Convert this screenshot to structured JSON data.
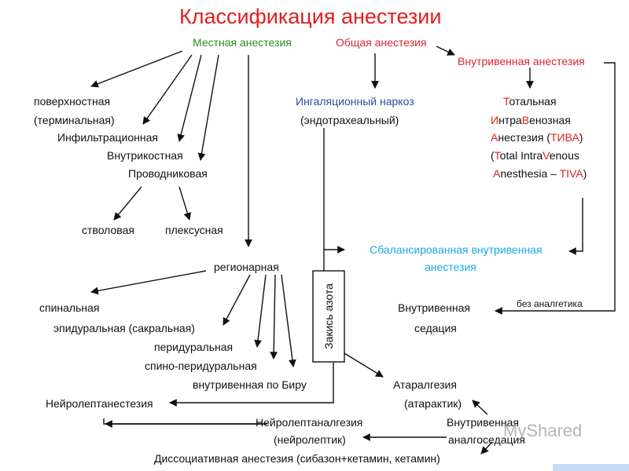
{
  "colors": {
    "title": "#e01f1f",
    "local": "#2c8c1f",
    "general": "#d9262e",
    "inhalation": "#2a4d9a",
    "balanced": "#1aa7e6",
    "accent_red": "#e01f1f",
    "text": "#111111"
  },
  "title": "Классификация анестезии",
  "local": {
    "label": "Местная анестезия",
    "items": [
      "поверхностная",
      "(терминальная)",
      "Инфильтрационная",
      "Внутрикостная",
      "Проводниковая"
    ],
    "conduction_sub": [
      "стволовая",
      "плексусная"
    ],
    "regional": "регионарная",
    "regional_items": [
      "спинальная",
      "эпидуральная (сакральная)",
      "перидуральная",
      "спино-перидуральная",
      "внутривенная по Биру"
    ]
  },
  "general": {
    "label": "Общая анестезия",
    "inhalation": [
      "Ингаляционный наркоз",
      "(эндотрахеальный)"
    ],
    "intravenous": "Внутривенная анестезия",
    "tiva": {
      "line1": "Тотальная",
      "line2": "ИнтраВенозная",
      "line3_prefix": "А",
      "line3_mid": "нестезия (",
      "line3_abbr": "ТИВА",
      "line3_end": ")",
      "line4_open": "(",
      "line4_t": "T",
      "line4_otal": "otal Intra",
      "line4_v": "V",
      "line4_rest": "enous",
      "line5_a": "A",
      "line5_rest": "nesthesia – ",
      "line5_abbr": "TIVA",
      "line5_end": ")"
    },
    "balanced": [
      "Сбалансированная внутривенная",
      "анестезия"
    ],
    "nitrous": "Закись азота"
  },
  "sedation": {
    "label": [
      "Внутривенная",
      "седация"
    ],
    "note": "без аналгетика"
  },
  "bottom": {
    "neurolept_anesthesia": "Нейролептанестезия",
    "ataralgesia": [
      "Атаралгезия",
      "(атарактик)"
    ],
    "neuroleptanalgesia": [
      "Нейролептаналгезия",
      "(нейролептик)"
    ],
    "iv_analgosedation": [
      "Внутривенная",
      "аналгоседация"
    ],
    "dissociative": "Диссоциативная анестезия (сибазон+кетамин, кетамин)"
  },
  "watermark": {
    "brand": "MyShared"
  }
}
